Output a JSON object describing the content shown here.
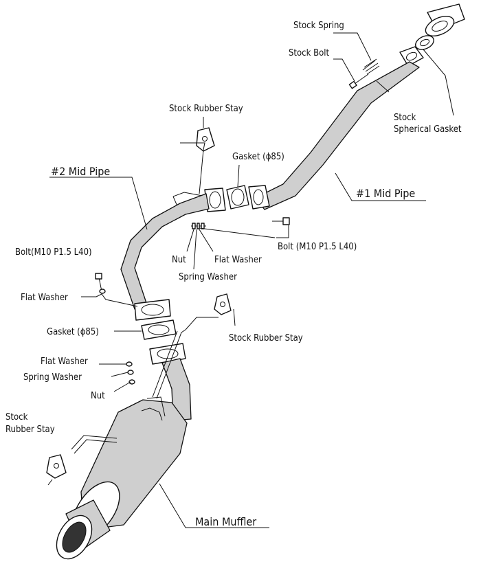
{
  "diagram": {
    "labels": {
      "stock_spring": "Stock Spring",
      "stock_bolt": "Stock Bolt",
      "stock_spherical_gasket_line1": "Stock",
      "stock_spherical_gasket_line2": "Spherical Gasket",
      "stock_rubber_stay_top": "Stock Rubber Stay",
      "gasket_85_upper": "Gasket (ϕ85)",
      "mid_pipe_1": "#1 Mid Pipe",
      "mid_pipe_2": "#2 Mid Pipe",
      "bolt_right": "Bolt (M10 P1.5 L40)",
      "nut_upper": "Nut",
      "flat_washer_upper": "Flat Washer",
      "spring_washer_upper": "Spring Washer",
      "bolt_left": "Bolt(M10 P1.5 L40)",
      "flat_washer_left": "Flat Washer",
      "gasket_85_lower": "Gasket (ϕ85)",
      "stock_rubber_stay_mid": "Stock Rubber Stay",
      "flat_washer_lower": "Flat Washer",
      "spring_washer_lower": "Spring Washer",
      "nut_lower": "Nut",
      "stock_rubber_stay_left_line1": "Stock",
      "stock_rubber_stay_left_line2": "Rubber Stay",
      "main_muffler": "Main Muffler"
    }
  }
}
